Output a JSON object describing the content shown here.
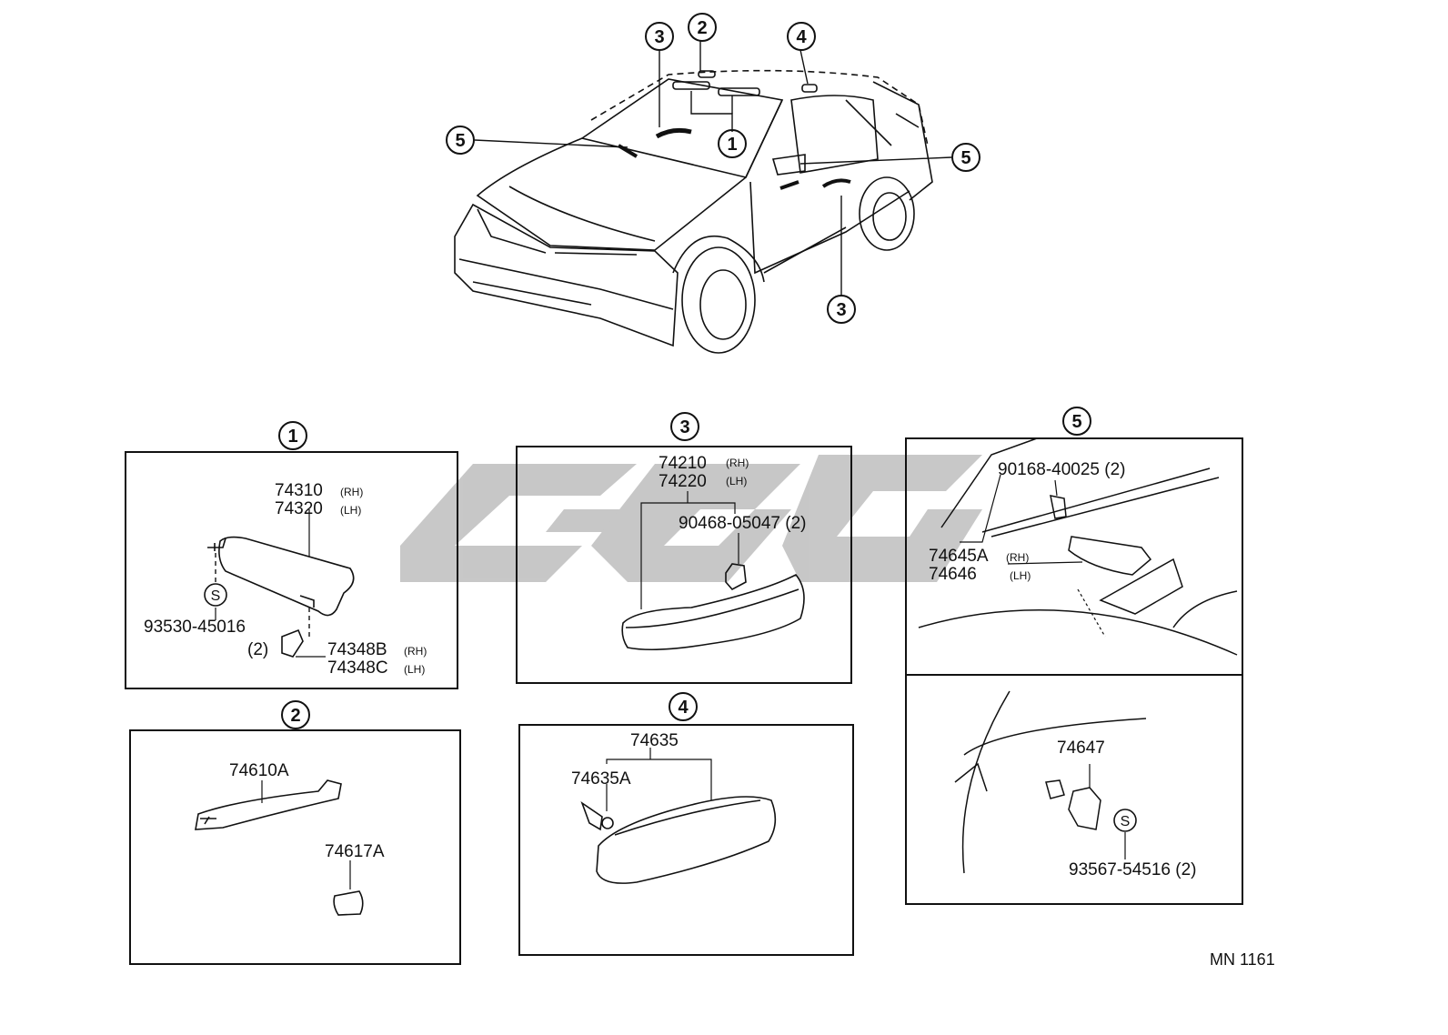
{
  "callouts": {
    "c1": "1",
    "c2": "2",
    "c3": "3",
    "c4": "4",
    "c5": "5"
  },
  "watermark": "cga",
  "panel1": {
    "p1": "74310",
    "p1_suffix": "(RH)",
    "p2": "74320",
    "p2_suffix": "(LH)",
    "screw_symbol": "S",
    "p3": "93530-45016",
    "p3_qty": "(2)",
    "p4": "74348B",
    "p4_suffix": "(RH)",
    "p5": "74348C",
    "p5_suffix": "(LH)"
  },
  "panel2": {
    "p1": "74610A",
    "p2": "74617A"
  },
  "panel3": {
    "p1": "74210",
    "p1_suffix": "(RH)",
    "p2": "74220",
    "p2_suffix": "(LH)",
    "p3": "90468-05047 (2)"
  },
  "panel4": {
    "p1": "74635",
    "p2": "74635A"
  },
  "panel5": {
    "p1": "90168-40025 (2)",
    "p2": "74645A",
    "p2_suffix": "(RH)",
    "p3": "74646",
    "p3_suffix": "(LH)",
    "p4": "74647",
    "screw_symbol": "S",
    "p5": "93567-54516 (2)"
  },
  "code": "MN 1161"
}
